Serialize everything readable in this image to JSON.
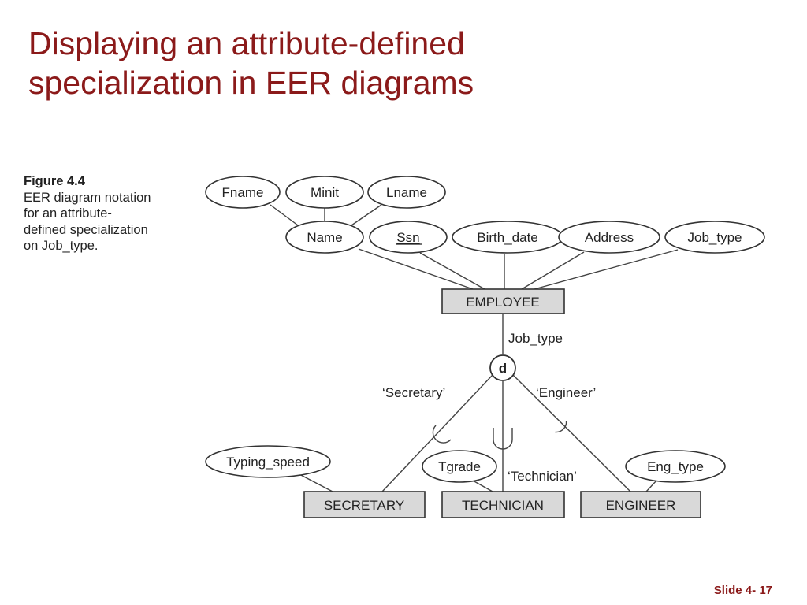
{
  "title": {
    "line1": "Displaying an attribute-defined",
    "line2": "specialization in EER diagrams"
  },
  "caption": {
    "figure": "Figure 4.4",
    "lines": [
      "EER diagram notation",
      "for an attribute-",
      "defined specialization",
      "on Job_type."
    ]
  },
  "diagram": {
    "attributes": {
      "fname": "Fname",
      "minit": "Minit",
      "lname": "Lname",
      "name": "Name",
      "ssn": "Ssn",
      "birth_date": "Birth_date",
      "address": "Address",
      "job_type": "Job_type",
      "typing_speed": "Typing_speed",
      "tgrade": "Tgrade",
      "eng_type": "Eng_type"
    },
    "entities": {
      "employee": "EMPLOYEE",
      "secretary": "SECRETARY",
      "technician": "TECHNICIAN",
      "engineer": "ENGINEER"
    },
    "defining_attribute": "Job_type",
    "disjoint_symbol": "d",
    "predicates": {
      "secretary": "‘Secretary’",
      "technician": "‘Technician’",
      "engineer": "‘Engineer’"
    }
  },
  "footer": {
    "slide_number": "Slide 4- 17"
  }
}
